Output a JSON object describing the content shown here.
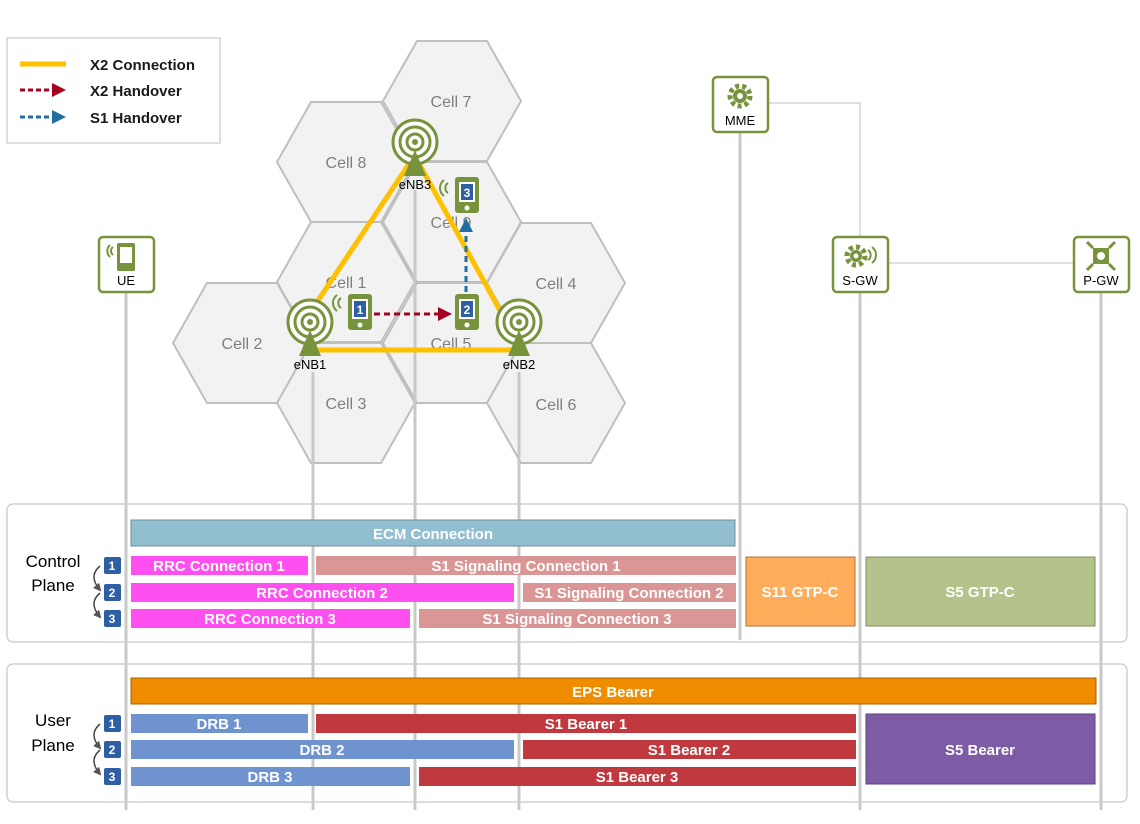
{
  "legend": {
    "x2_connection": "X2 Connection",
    "x2_handover": "X2 Handover",
    "s1_handover": "S1 Handover"
  },
  "cells": {
    "cell1": "Cell 1",
    "cell2": "Cell 2",
    "cell3": "Cell 3",
    "cell4": "Cell 4",
    "cell5": "Cell 5",
    "cell6": "Cell 6",
    "cell7": "Cell 7",
    "cell8": "Cell 8",
    "cell9": "Cell 9"
  },
  "enbs": {
    "enb1": "eNB1",
    "enb2": "eNB2",
    "enb3": "eNB3"
  },
  "ue_positions": {
    "p1": "1",
    "p2": "2",
    "p3": "3"
  },
  "nodes": {
    "ue": "UE",
    "mme": "MME",
    "sgw": "S-GW",
    "pgw": "P-GW"
  },
  "control_plane": {
    "label_line1": "Control",
    "label_line2": "Plane",
    "ecm": "ECM Connection",
    "rrc1": "RRC Connection 1",
    "rrc2": "RRC Connection 2",
    "rrc3": "RRC Connection 3",
    "s1sig1": "S1 Signaling Connection 1",
    "s1sig2": "S1 Signaling Connection 2",
    "s1sig3": "S1 Signaling Connection 3",
    "s11": "S11 GTP-C",
    "s5c": "S5 GTP-C",
    "steps": [
      "1",
      "2",
      "3"
    ]
  },
  "user_plane": {
    "label_line1": "User",
    "label_line2": "Plane",
    "eps": "EPS Bearer",
    "drb1": "DRB 1",
    "drb2": "DRB 2",
    "drb3": "DRB 3",
    "s1b1": "S1 Bearer 1",
    "s1b2": "S1 Bearer 2",
    "s1b3": "S1 Bearer 3",
    "s5b": "S5 Bearer",
    "steps": [
      "1",
      "2",
      "3"
    ]
  },
  "colors": {
    "x2_connection": "#ffc000",
    "x2_handover": "#a50021",
    "s1_handover": "#1f6fa3",
    "ecm": "#92bfd0",
    "rrc": "#ff4ff0",
    "s1_signaling": "#da9694",
    "s11": "#ffad5b",
    "s5c": "#b4c28c",
    "eps": "#ef8c00",
    "drb": "#6f93cf",
    "s1_bearer": "#c0393e",
    "s5_bearer": "#7d5ba5",
    "node_green": "#77933c",
    "badge_blue": "#2e5fa3"
  }
}
